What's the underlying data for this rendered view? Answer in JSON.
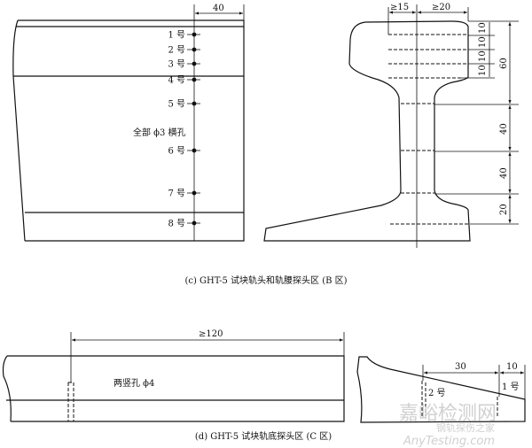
{
  "part_c": {
    "dim_40": "40",
    "holes": [
      "1 号",
      "2 号",
      "3 号",
      "4 号",
      "5 号",
      "6 号",
      "7 号",
      "8 号"
    ],
    "note": "全部 ϕ3 横孔",
    "dim_ge15": "≥15",
    "dim_ge20": "≥20",
    "dims_10": [
      "10",
      "10",
      "10",
      "10"
    ],
    "dim_60": "60",
    "dim_40a": "40",
    "dim_40b": "40",
    "dim_20": "20",
    "caption": "(c)  GHT-5 试块轨头和轨腰探头区 (B 区)"
  },
  "part_d": {
    "dim_ge120": "≥120",
    "note": "两竖孔 ϕ4",
    "dim_30": "30",
    "dim_10": "10",
    "hole_2": "2 号",
    "hole_1": "1 号",
    "caption": "(d)  GHT-5 试块轨底探头区 (C 区)"
  },
  "watermark": {
    "line1": "嘉峪检测网",
    "line2": "钢轨探伤之家",
    "line3": "AnyTesting.com"
  }
}
